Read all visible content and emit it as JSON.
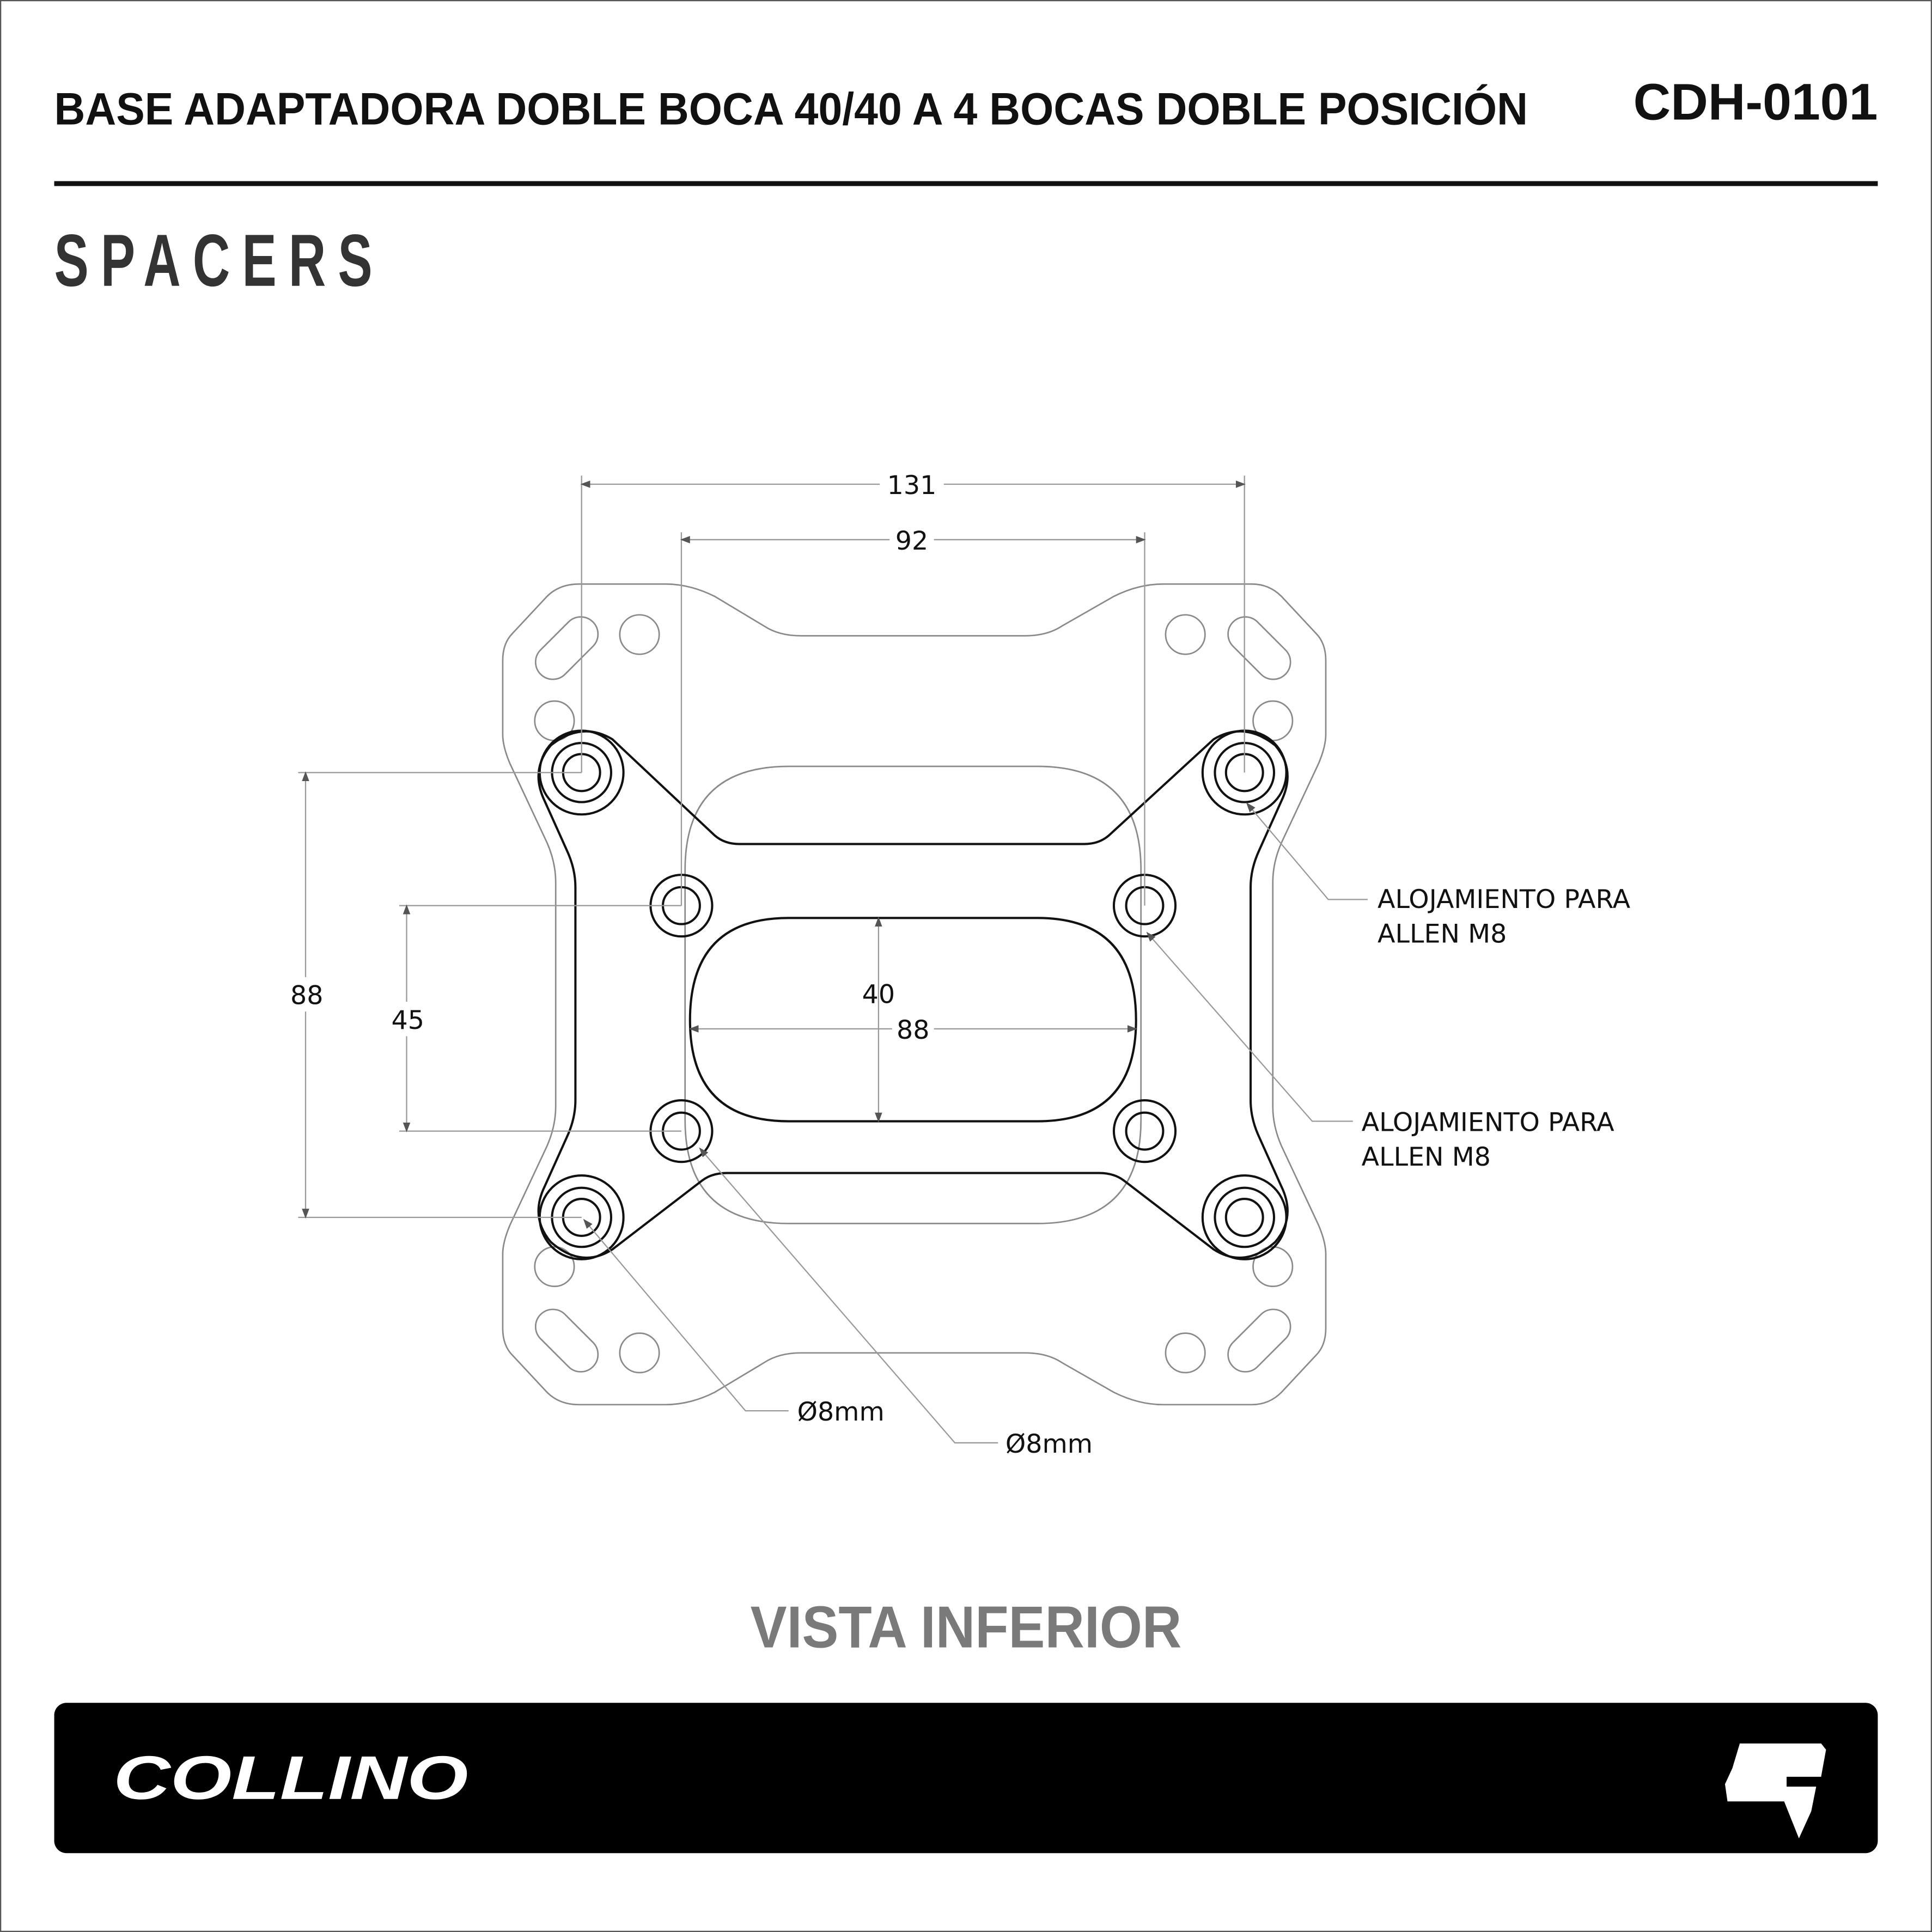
{
  "header": {
    "title": "BASE ADAPTADORA DOBLE BOCA 40/40 A 4 BOCAS DOBLE POSICIÓN",
    "code": "CDH-0101",
    "category": "SPACERS"
  },
  "drawing": {
    "dims": {
      "outer_width": "131",
      "inner_width": "92",
      "outer_height": "88",
      "inner_height": "45",
      "slot_height": "40",
      "slot_width": "88"
    },
    "callouts": {
      "allen_top_line1": "ALOJAMIENTO PARA",
      "allen_top_line2": "ALLEN M8",
      "allen_mid_line1": "ALOJAMIENTO PARA",
      "allen_mid_line2": "ALLEN M8",
      "hole_a": "Ø8mm",
      "hole_b": "Ø8mm"
    },
    "view_label": "VISTA INFERIOR"
  },
  "footer": {
    "brand": "COLLINO",
    "background": "#000000"
  }
}
